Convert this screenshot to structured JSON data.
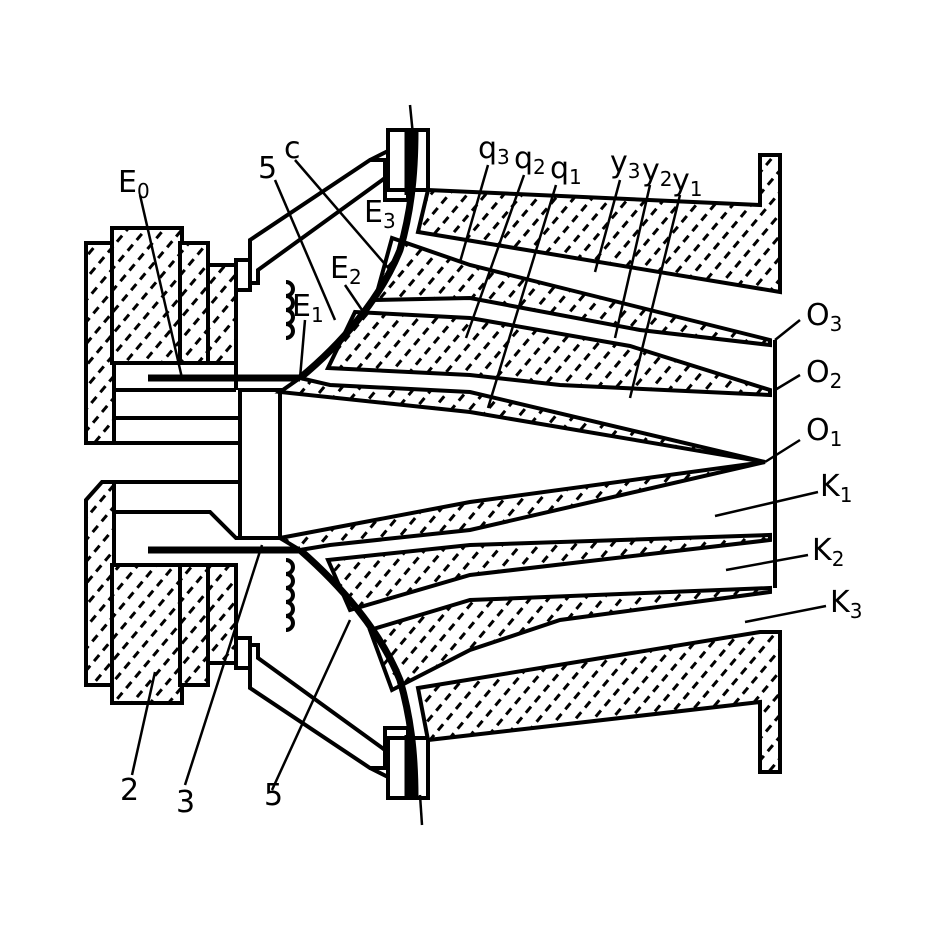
{
  "labels": {
    "E0": {
      "main": "E",
      "sub": "0"
    },
    "5_top": {
      "main": "5",
      "sub": ""
    },
    "c": {
      "main": "c",
      "sub": ""
    },
    "E3": {
      "main": "E",
      "sub": "3"
    },
    "E2": {
      "main": "E",
      "sub": "2"
    },
    "E1": {
      "main": "E",
      "sub": "1"
    },
    "q3": {
      "main": "q",
      "sub": "3"
    },
    "q2": {
      "main": "q",
      "sub": "2"
    },
    "q1": {
      "main": "q",
      "sub": "1"
    },
    "y3": {
      "main": "y",
      "sub": "3"
    },
    "y2": {
      "main": "y",
      "sub": "2"
    },
    "y1": {
      "main": "y",
      "sub": "1"
    },
    "O3": {
      "main": "O",
      "sub": "3"
    },
    "O2": {
      "main": "O",
      "sub": "2"
    },
    "O1": {
      "main": "O",
      "sub": "1"
    },
    "K1": {
      "main": "K",
      "sub": "1"
    },
    "K2": {
      "main": "K",
      "sub": "2"
    },
    "K3": {
      "main": "K",
      "sub": "3"
    },
    "n2": {
      "main": "2",
      "sub": ""
    },
    "n3": {
      "main": "3",
      "sub": ""
    },
    "5_bottom": {
      "main": "5",
      "sub": ""
    }
  }
}
